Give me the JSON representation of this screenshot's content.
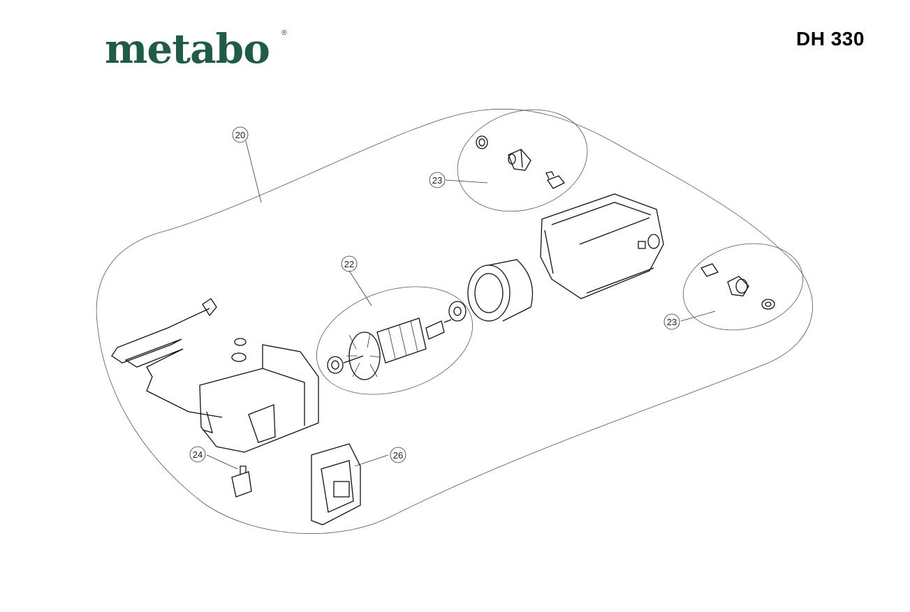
{
  "brand": {
    "name": "metabo",
    "color": "#1e5c45"
  },
  "model": "DH 330",
  "callouts": [
    {
      "id": "c20",
      "label": "20"
    },
    {
      "id": "c22",
      "label": "22"
    },
    {
      "id": "c23a",
      "label": "23"
    },
    {
      "id": "c23b",
      "label": "23"
    },
    {
      "id": "c24",
      "label": "24"
    },
    {
      "id": "c26",
      "label": "26"
    }
  ]
}
